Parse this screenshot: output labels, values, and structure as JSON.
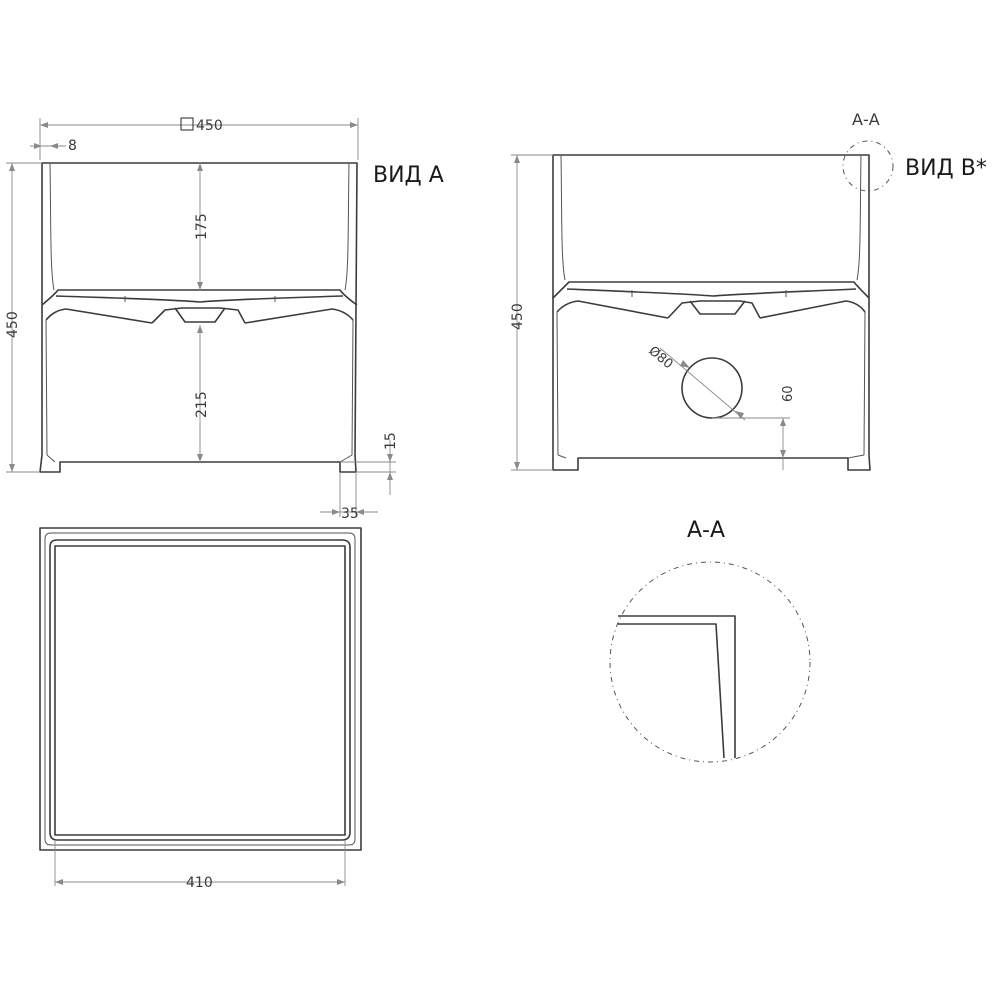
{
  "views": {
    "view_a_label": "ВИД А",
    "view_b_label": "ВИД В*",
    "section_label": "А-А",
    "section_callout_label": "А-А"
  },
  "dimensions": {
    "width_square": "450",
    "wall": "8",
    "bowl_depth": "175",
    "lower_height": "215",
    "overall_height_a": "450",
    "overall_height_b": "450",
    "foot_height": "15",
    "foot_width": "35",
    "inner_width": "410",
    "hole_diameter": "Ø80",
    "hole_offset": "60"
  }
}
